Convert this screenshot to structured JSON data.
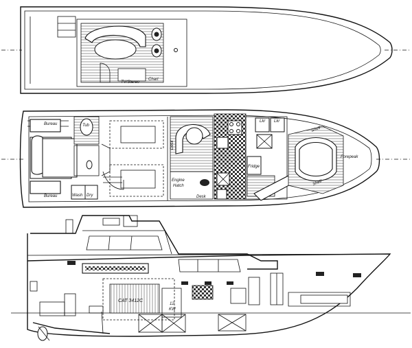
{
  "labels": {
    "tv_stereo": "TV/Stereo",
    "chart_upper": "Chart",
    "bureau_top": "Bureau",
    "tub": "Tub",
    "bureau_bottom": "Bureau",
    "wash": "Wash",
    "dry": "Dry",
    "desk_left": "Desk",
    "engine_hatch_1": "Engine",
    "engine_hatch_2": "Hatch",
    "desk_bottom": "Desk",
    "fridge": "Fridge",
    "lkr_1": "Lkr",
    "lkr_2": "Lkr",
    "shelf_top": "Shelf",
    "shelf_bottom": "Shelf",
    "forepeak": "Forepeak",
    "engine_model": "CAT 3412C",
    "generator_1": "12",
    "generator_2": "KW"
  }
}
